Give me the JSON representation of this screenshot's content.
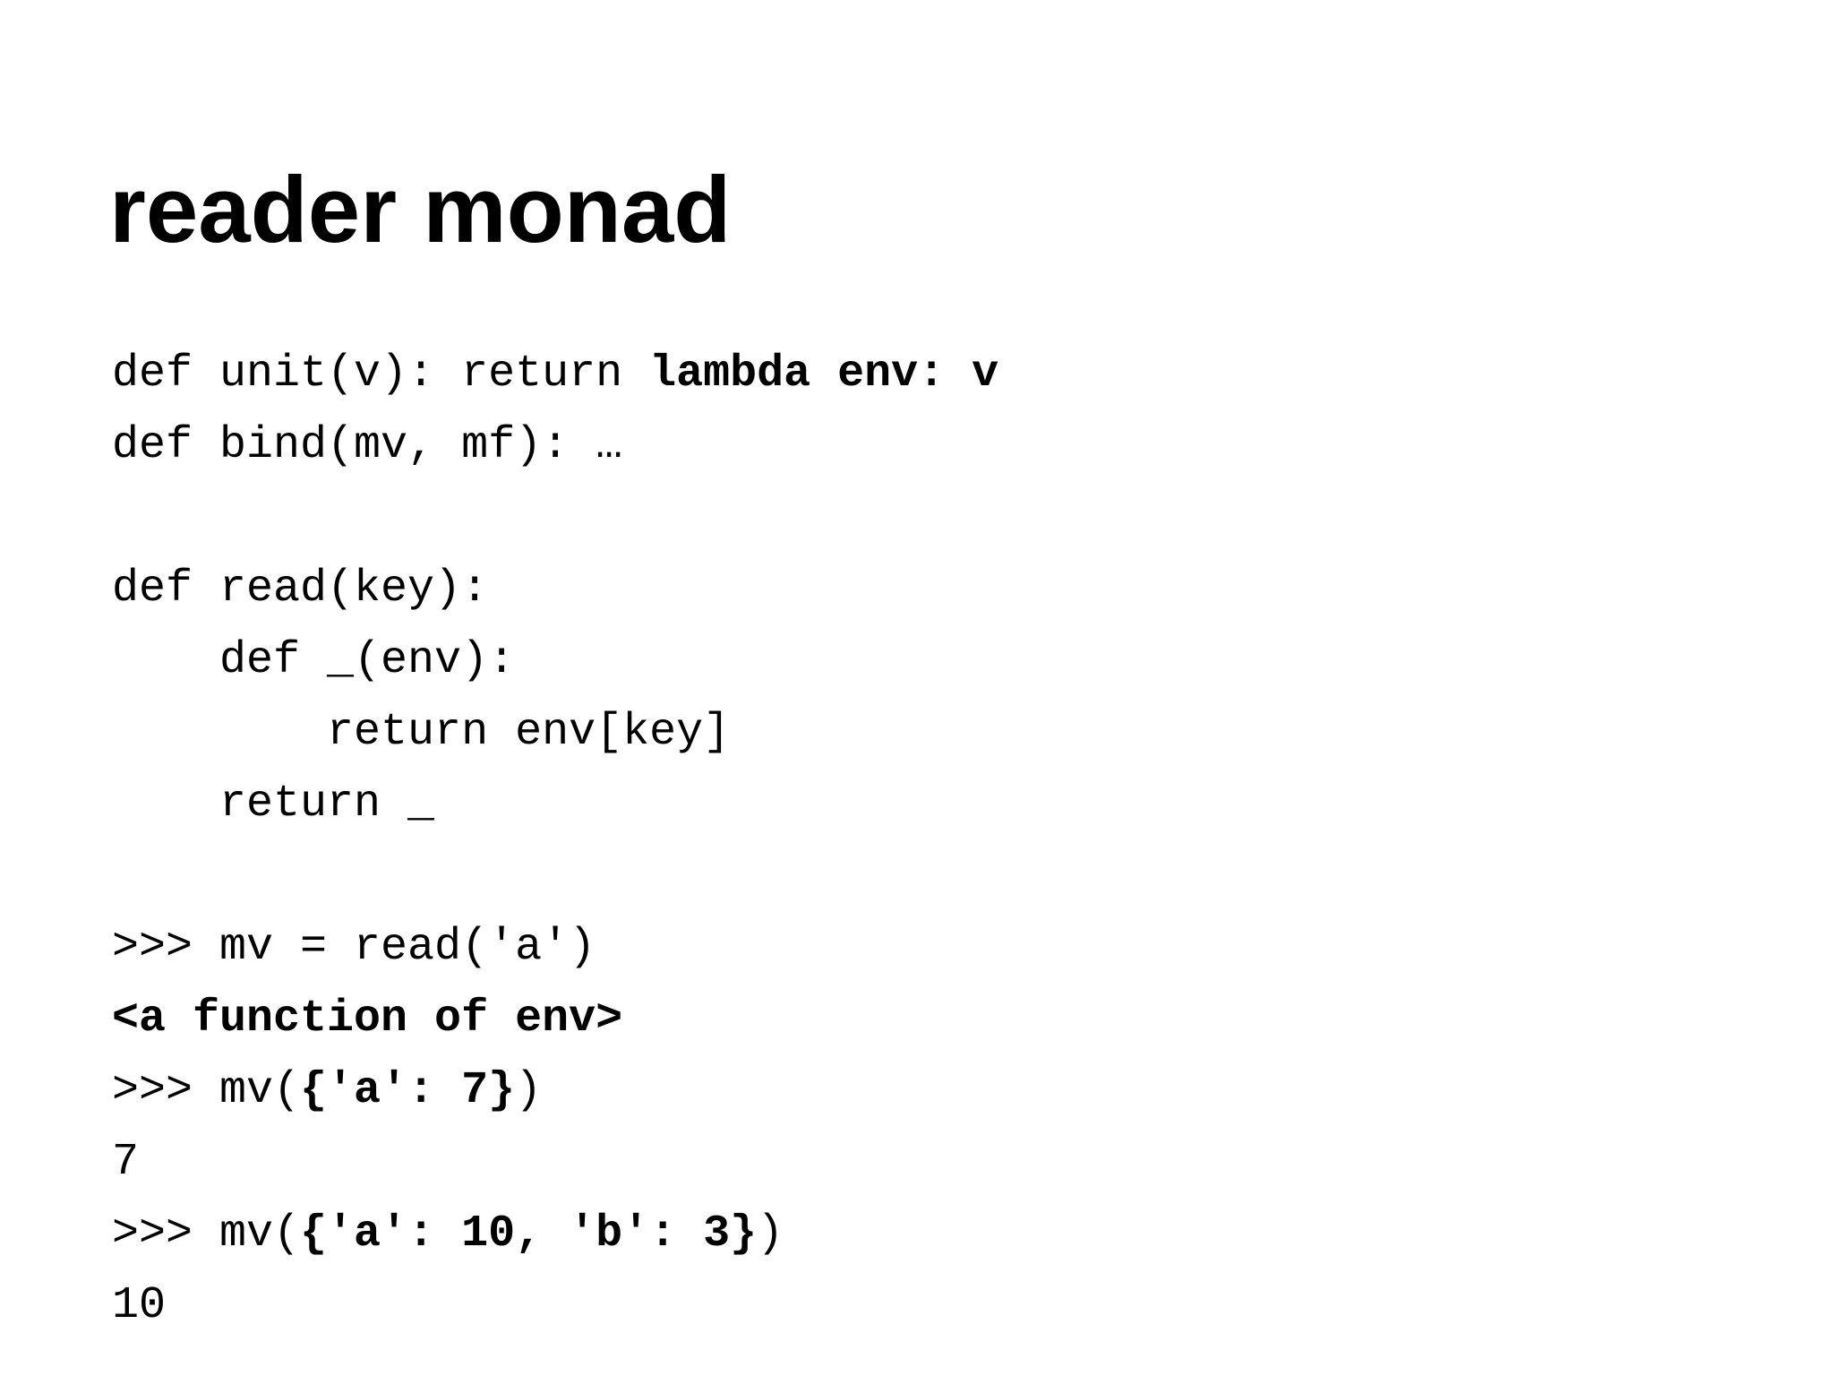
{
  "page": {
    "background_color": "#ffffff",
    "text_color": "#000000"
  },
  "slide": {
    "title": "reader monad"
  },
  "code": {
    "lines": [
      {
        "segments": [
          {
            "text": "def unit(v): return ",
            "bold": false
          },
          {
            "text": "lambda env: v",
            "bold": true
          }
        ]
      },
      {
        "segments": [
          {
            "text": "def bind(mv, mf): …",
            "bold": false
          }
        ]
      },
      {
        "segments": []
      },
      {
        "segments": [
          {
            "text": "def read(key):",
            "bold": false
          }
        ]
      },
      {
        "segments": [
          {
            "text": "    def _(env):",
            "bold": false
          }
        ]
      },
      {
        "segments": [
          {
            "text": "        return env[key]",
            "bold": false
          }
        ]
      },
      {
        "segments": [
          {
            "text": "    return _",
            "bold": false
          }
        ]
      },
      {
        "segments": []
      },
      {
        "segments": [
          {
            "text": ">>> mv = read('a')",
            "bold": false
          }
        ]
      },
      {
        "segments": [
          {
            "text": "<a function of env>",
            "bold": true
          }
        ]
      },
      {
        "segments": [
          {
            "text": ">>> mv(",
            "bold": false
          },
          {
            "text": "{'a': 7}",
            "bold": true
          },
          {
            "text": ")",
            "bold": false
          }
        ]
      },
      {
        "segments": [
          {
            "text": "7",
            "bold": false
          }
        ]
      },
      {
        "segments": [
          {
            "text": ">>> mv(",
            "bold": false
          },
          {
            "text": "{'a': 10, 'b': 3}",
            "bold": true
          },
          {
            "text": ")",
            "bold": false
          }
        ]
      },
      {
        "segments": [
          {
            "text": "10",
            "bold": false
          }
        ]
      }
    ]
  }
}
